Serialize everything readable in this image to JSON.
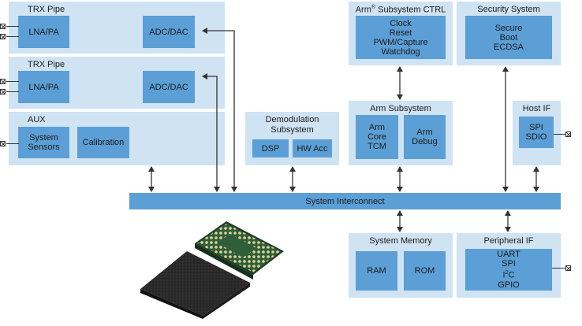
{
  "trx1": {
    "title": "TRX Pipe",
    "lna": "LNA/PA",
    "adc": "ADC/DAC"
  },
  "trx2": {
    "title": "TRX Pipe",
    "lna": "LNA/PA",
    "adc": "ADC/DAC"
  },
  "aux": {
    "title": "AUX",
    "sensors": [
      "System",
      "Sensors"
    ],
    "calibration": "Calibration"
  },
  "demod": {
    "title": [
      "Demodulation",
      "Subsystem"
    ],
    "dsp": "DSP",
    "hwacc": "HW Acc"
  },
  "armctrl": {
    "title_prefix": "Arm",
    "title_reg": "®",
    "title_suffix": " Subsystem CTRL",
    "lines": [
      "Clock",
      "Reset",
      "PWM/Capture",
      "Watchdog"
    ]
  },
  "security": {
    "title": "Security System",
    "lines": [
      "Secure",
      "Boot",
      "ECDSA"
    ]
  },
  "armsub": {
    "title": "Arm Subsystem",
    "core": [
      "Arm",
      "Core",
      "TCM"
    ],
    "debug": [
      "Arm",
      "Debug"
    ]
  },
  "hostif": {
    "title": "Host IF",
    "lines": [
      "SPI",
      "SDIO"
    ]
  },
  "interconnect": {
    "label": "System Interconnect"
  },
  "sysmem": {
    "title": "System Memory",
    "ram": "RAM",
    "rom": "ROM"
  },
  "periph": {
    "title": "Peripheral IF",
    "l1": "UART",
    "l2": "SPI",
    "l3_base": "I",
    "l3_sup": "2",
    "l3_rest": "C",
    "l4": "GPIO"
  },
  "colors": {
    "panel": "#cfe3f3",
    "block": "#5b9fd6",
    "line": "#333333"
  }
}
